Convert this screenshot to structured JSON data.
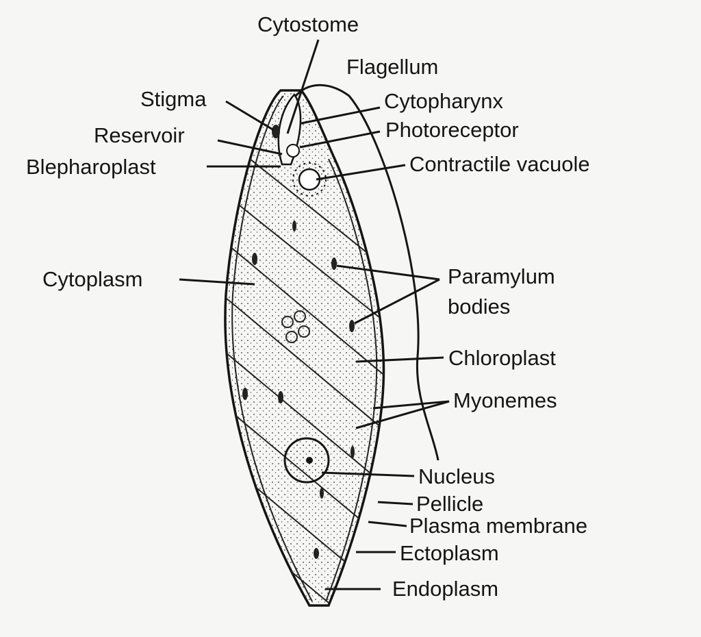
{
  "title": "Euglena structure",
  "labels": {
    "cytostome": "Cytostome",
    "flagellum": "Flagellum",
    "stigma": "Stigma",
    "cytopharynx": "Cytopharynx",
    "reservoir": "Reservoir",
    "photoreceptor": "Photoreceptor",
    "blepharoplast": "Blepharoplast",
    "contractile_vacuole": "Contractile vacuole",
    "cytoplasm": "Cytoplasm",
    "paramylum_line1": "Paramylum",
    "paramylum_line2": "bodies",
    "chloroplast": "Chloroplast",
    "myonemes": "Myonemes",
    "nucleus": "Nucleus",
    "pellicle": "Pellicle",
    "plasma_membrane": "Plasma membrane",
    "ectoplasm": "Ectoplasm",
    "endoplasm": "Endoplasm"
  }
}
